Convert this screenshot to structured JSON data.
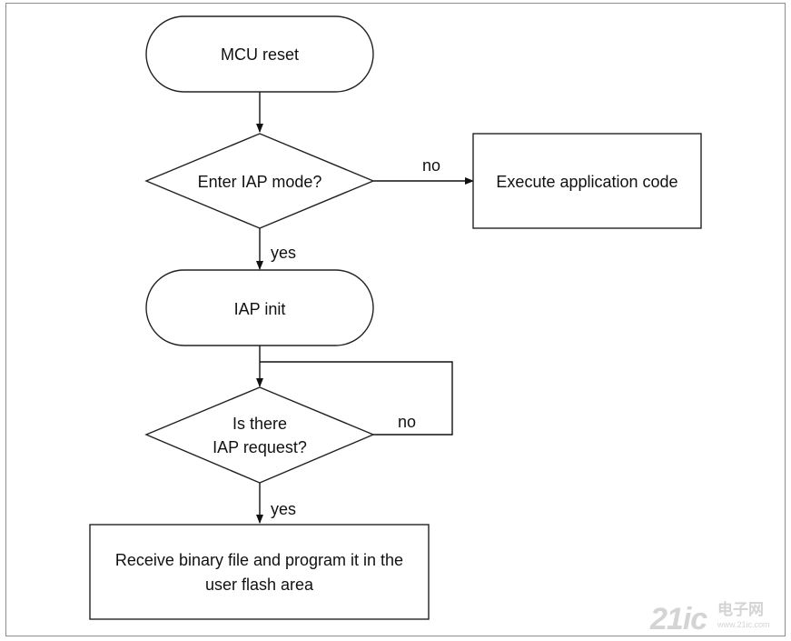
{
  "nodes": {
    "mcu_reset": "MCU reset",
    "enter_iap": "Enter IAP mode?",
    "execute_app": "Execute application code",
    "iap_init": "IAP init",
    "iap_request_line1": "Is there",
    "iap_request_line2": "IAP request?",
    "receive_line1": "Receive binary file and program it in the",
    "receive_line2": "user flash area"
  },
  "edges": {
    "enter_no": "no",
    "enter_yes": "yes",
    "request_no": "no",
    "request_yes": "yes"
  },
  "watermark": {
    "logo": "21ic",
    "cn": "电子网",
    "url": "www.21ic.com"
  }
}
